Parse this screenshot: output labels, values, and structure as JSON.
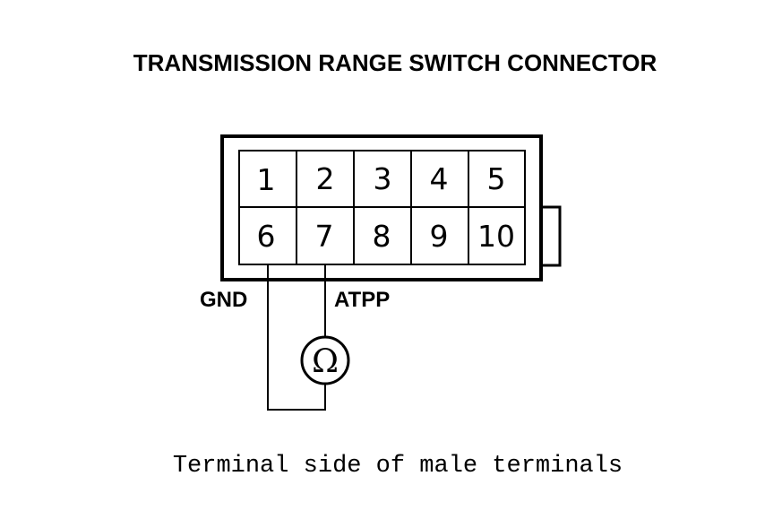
{
  "title": "TRANSMISSION RANGE SWITCH CONNECTOR",
  "connector": {
    "pins_row1": [
      "1",
      "2",
      "3",
      "4",
      "5"
    ],
    "pins_row2": [
      "6",
      "7",
      "8",
      "9",
      "10"
    ]
  },
  "wires": {
    "left_label": "GND",
    "right_label": "ATPP"
  },
  "meter": {
    "symbol": "Ω",
    "icon": "ohmmeter-icon"
  },
  "caption": "Terminal side of male terminals"
}
